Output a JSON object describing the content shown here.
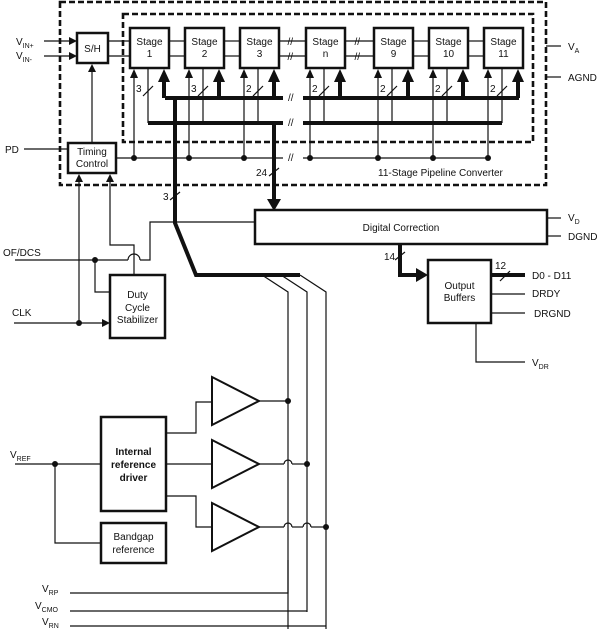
{
  "diagram": {
    "inputs": {
      "vin_plus": {
        "main": "V",
        "sub": "IN+"
      },
      "vin_minus": {
        "main": "V",
        "sub": "IN-"
      },
      "pd": "PD",
      "of_dcs": "OF/DCS",
      "clk": "CLK",
      "vref": {
        "main": "V",
        "sub": "REF"
      },
      "vrp": {
        "main": "V",
        "sub": "RP"
      },
      "vcmo": {
        "main": "V",
        "sub": "CMO"
      },
      "vrn": {
        "main": "V",
        "sub": "RN"
      }
    },
    "supplies": {
      "va": {
        "main": "V",
        "sub": "A"
      },
      "agnd": "AGND",
      "vd": {
        "main": "V",
        "sub": "D"
      },
      "dgnd": "DGND",
      "vdr": {
        "main": "V",
        "sub": "DR"
      }
    },
    "outputs": {
      "data": "D0 - D11",
      "drdy": "DRDY",
      "drgnd": "DRGND"
    },
    "blocks": {
      "sample_hold": "S/H",
      "timing_control": [
        "Timing",
        "Control"
      ],
      "duty_cycle": [
        "Duty",
        "Cycle",
        "Stabilizer"
      ],
      "digital_correction": "Digital Correction",
      "output_buffers": [
        "Output",
        "Buffers"
      ],
      "internal_ref": [
        "Internal",
        "reference",
        "driver"
      ],
      "bandgap": [
        "Bandgap",
        "reference"
      ],
      "pipeline_label": "11-Stage Pipeline Converter"
    },
    "stages": [
      {
        "line1": "Stage",
        "line2": "1",
        "bits": "3"
      },
      {
        "line1": "Stage",
        "line2": "2",
        "bits": "3"
      },
      {
        "line1": "Stage",
        "line2": "3",
        "bits": "2"
      },
      {
        "line1": "Stage",
        "line2": "n",
        "bits": "2"
      },
      {
        "line1": "Stage",
        "line2": "9",
        "bits": "2"
      },
      {
        "line1": "Stage",
        "line2": "10",
        "bits": "2"
      },
      {
        "line1": "Stage",
        "line2": "11",
        "bits": "2"
      }
    ],
    "bus_widths": {
      "to_correction": "24",
      "ref_bus": "3",
      "correction_out": "14",
      "data_out": "12"
    }
  }
}
